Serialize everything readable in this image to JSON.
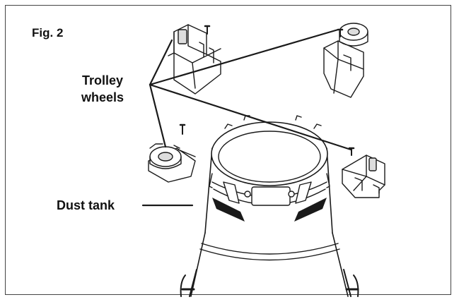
{
  "figure": {
    "title": "Fig. 2",
    "labels": {
      "trolley_wheels": "Trolley wheels",
      "dust_tank": "Dust tank"
    }
  },
  "colors": {
    "line": "#1a1a1a",
    "part_fill": "#ffffff",
    "shade": "#cfcfcf",
    "frame": "#444444"
  }
}
